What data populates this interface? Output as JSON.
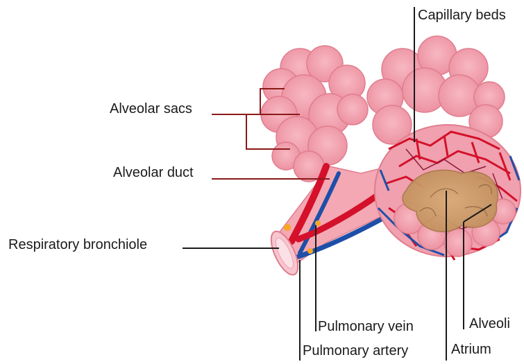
{
  "labels": {
    "capillary_beds": "Capillary beds",
    "alveolar_sacs": "Alveolar sacs",
    "alveolar_duct": "Alveolar duct",
    "respiratory_bronchiole": "Respiratory bronchiole",
    "pulmonary_vein": "Pulmonary vein",
    "pulmonary_artery": "Pulmonary artery",
    "atrium": "Atrium",
    "alveoli": "Alveoli"
  },
  "colors": {
    "alveolus_pink": "#ef9aa8",
    "alveolus_outline": "#e07d8e",
    "artery_red": "#d4102a",
    "vein_blue": "#1e4fa8",
    "atrium_tan": "#c99a66",
    "leader_dark_red": "#8b1a1a",
    "leader_black": "#1a1a1a"
  }
}
